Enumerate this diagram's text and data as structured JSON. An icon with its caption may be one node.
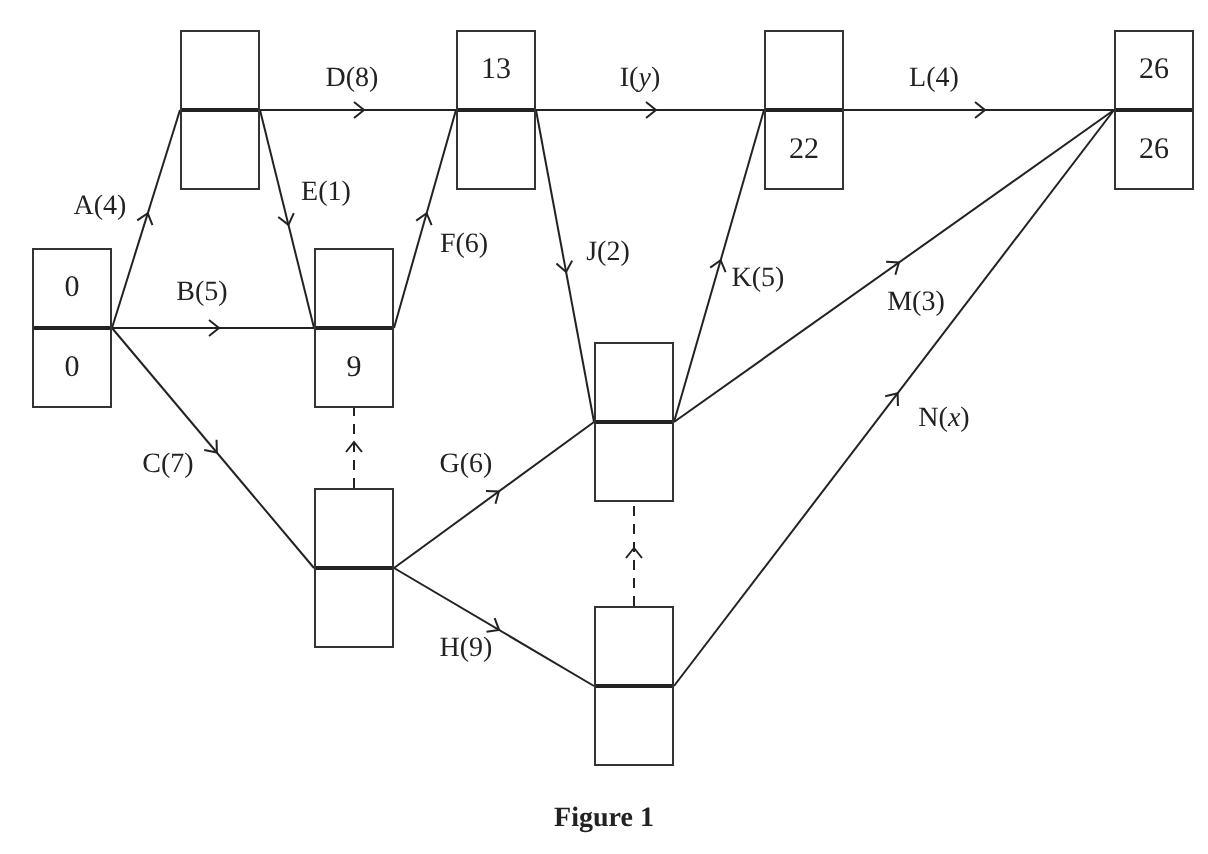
{
  "diagram": {
    "caption": "Figure 1",
    "nodes": [
      {
        "text": [],
        "shape": "box"
      },
      {
        "text": [
          "13"
        ]
      },
      {
        "text": [
          "22"
        ]
      },
      {
        "text": [
          "26",
          "26"
        ]
      },
      {
        "text": [
          "0",
          "0"
        ]
      },
      {
        "text": [
          "9"
        ]
      },
      {
        "text": [],
        "shape": "box"
      },
      {
        "text": [],
        "shape": "box"
      },
      {
        "text": [],
        "shape": "box"
      }
    ],
    "edges": [
      {
        "from": 4,
        "to": 0,
        "arrow": "to",
        "label": "A(4)"
      },
      {
        "from": 0,
        "to": 1,
        "arrow": "to",
        "label": "D(8)"
      },
      {
        "from": 0,
        "to": 5,
        "arrow": "to",
        "label": "E(1)"
      },
      {
        "from": 4,
        "to": 5,
        "arrow": "to",
        "label": "B(5)"
      },
      {
        "from": 5,
        "to": 1,
        "arrow": "to",
        "label": "F(6)"
      },
      {
        "from": 1,
        "to": 2,
        "arrow": "to",
        "label": "I(*y*)"
      },
      {
        "from": 1,
        "to": 6,
        "arrow": "to",
        "label": "J(2)"
      },
      {
        "from": 2,
        "to": 3,
        "arrow": "to",
        "label": "L(4)"
      },
      {
        "from": 6,
        "to": 2,
        "arrow": "to",
        "label": "K(5)"
      },
      {
        "from": 6,
        "to": 3,
        "arrow": "to",
        "label": "M(3)"
      },
      {
        "from": 8,
        "to": 3,
        "arrow": "to",
        "label": "N(*x*)"
      },
      {
        "from": 4,
        "to": 7,
        "arrow": "to",
        "label": "C(7)"
      },
      {
        "from": 7,
        "to": 6,
        "arrow": "to",
        "label": "G(6)"
      },
      {
        "from": 7,
        "to": 8,
        "arrow": "to",
        "label": "H(9)"
      },
      {
        "from": 7,
        "to": 5,
        "arrow": "to",
        "style": "dashed"
      },
      {
        "from": 8,
        "to": 6,
        "arrow": "to",
        "style": "dashed"
      }
    ]
  }
}
